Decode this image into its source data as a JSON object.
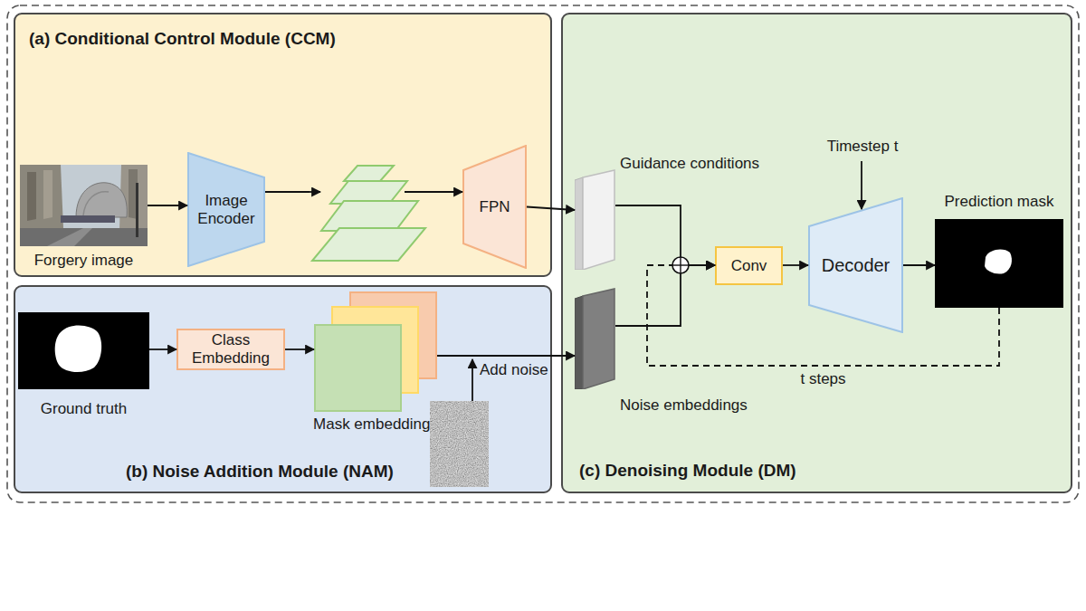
{
  "diagram": {
    "nodes": [
      {
        "text": [
          "(a) Conditional Control Module (CCM)"
        ]
      },
      {
        "text": [
          "Forgery image"
        ],
        "in": 0
      },
      {
        "text": [
          "Image Encoder"
        ],
        "in": 0
      },
      {
        "text": [
          "FPN"
        ],
        "in": 0
      },
      {
        "text": [
          "(b) Noise Addition Module (NAM)"
        ]
      },
      {
        "text": [
          "Ground truth"
        ],
        "in": 4
      },
      {
        "text": [
          "Class Embedding"
        ],
        "in": 4
      },
      {
        "text": [
          "Mask embeddings"
        ],
        "in": 4
      },
      {
        "text": [
          "(c) Denoising Module (DM)"
        ]
      },
      {
        "text": [
          "Guidance conditions"
        ],
        "in": 8
      },
      {
        "text": [
          "Noise embeddings"
        ],
        "in": 8
      },
      {
        "text": [
          "Conv"
        ],
        "in": 8
      },
      {
        "text": [
          "Decoder"
        ],
        "in": 8
      },
      {
        "text": [
          "Prediction mask"
        ],
        "in": 8
      }
    ],
    "edges": [
      {
        "from": 1,
        "to": 2,
        "arrow": "to"
      },
      {
        "from": 2,
        "to": 3,
        "arrow": "to"
      },
      {
        "from": 3,
        "to": 9,
        "arrow": "to"
      },
      {
        "from": 5,
        "to": 6,
        "arrow": "to"
      },
      {
        "from": 6,
        "to": 7,
        "arrow": "to"
      },
      {
        "from": 7,
        "to": 10,
        "arrow": "to"
      },
      {
        "from": 9,
        "to": 11,
        "arrow": "to"
      },
      {
        "from": 10,
        "to": 11,
        "arrow": "to"
      },
      {
        "from": 11,
        "to": 12,
        "arrow": "to"
      },
      {
        "from": 12,
        "to": 13,
        "arrow": "to"
      },
      {
        "from": 13,
        "to": 11,
        "label": "t steps",
        "arrow": "to"
      }
    ],
    "labels": [
      "Timestep t",
      "Add noise"
    ]
  }
}
